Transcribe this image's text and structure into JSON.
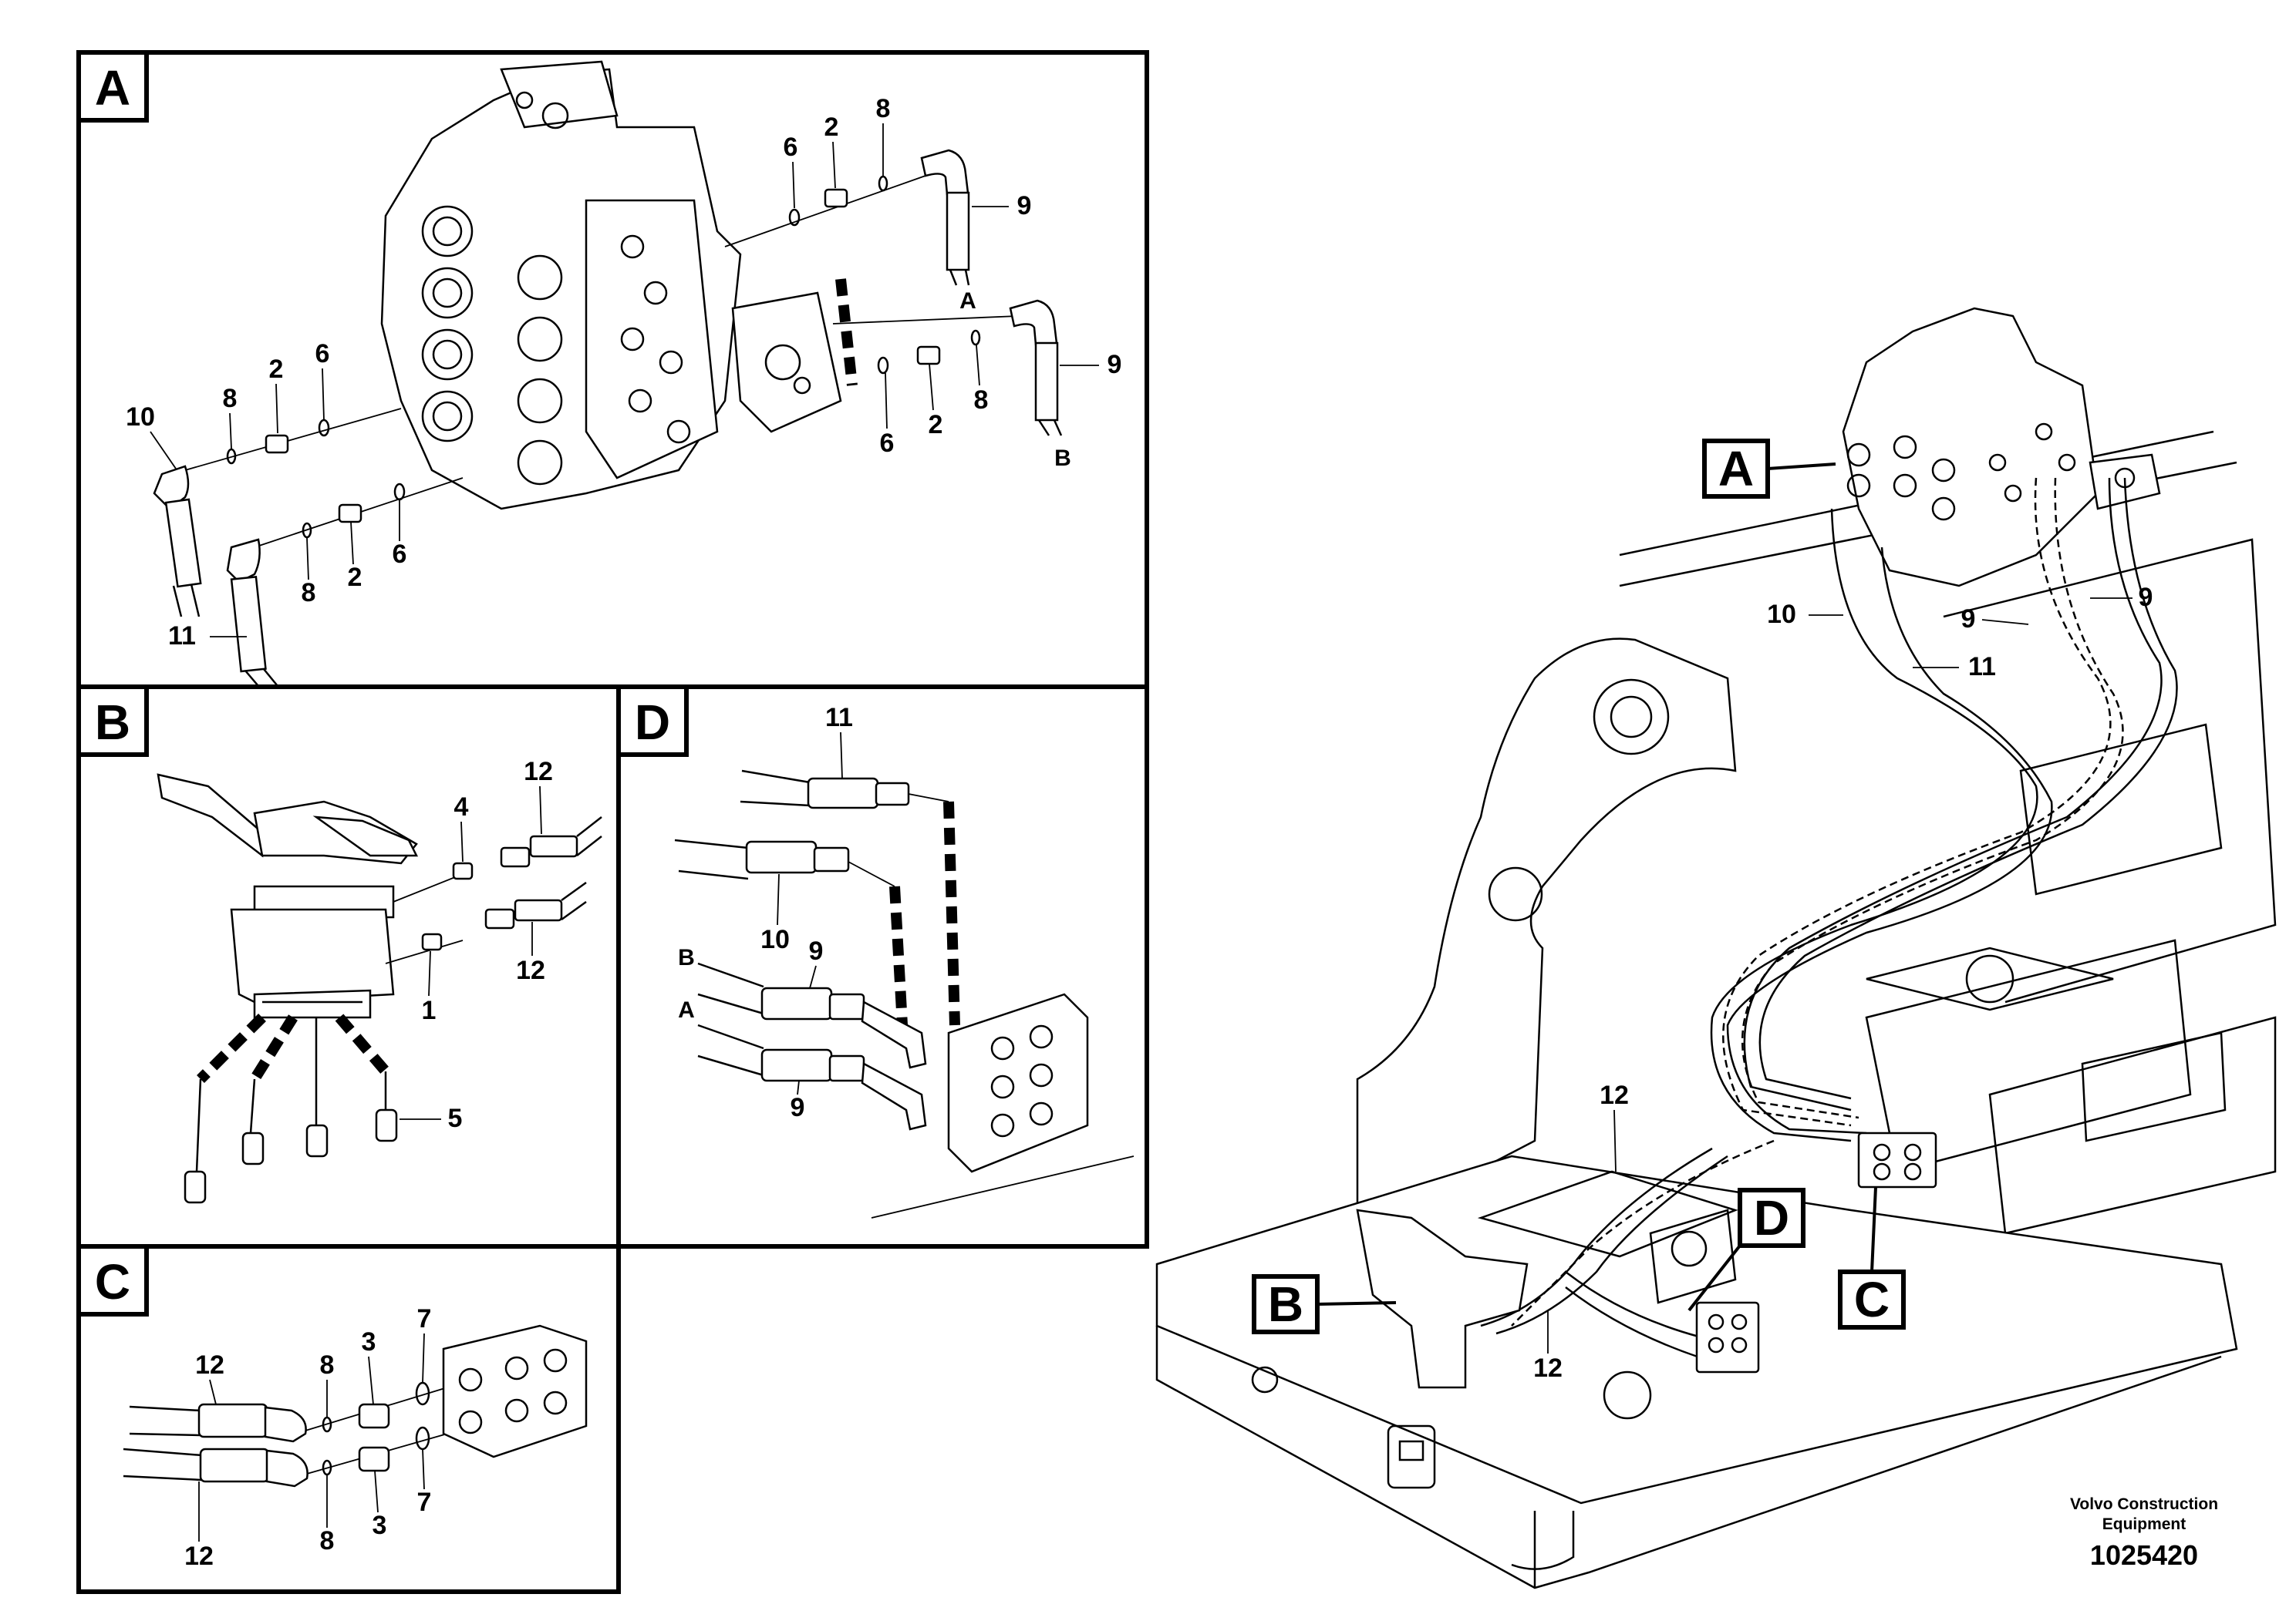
{
  "panels": {
    "A": {
      "label": "A",
      "callouts": [
        "6",
        "2",
        "8",
        "9",
        "A",
        "10",
        "8",
        "2",
        "6",
        "9",
        "6",
        "2",
        "8",
        "B",
        "8",
        "2",
        "6",
        "11"
      ]
    },
    "B": {
      "label": "B",
      "callouts": [
        "4",
        "12",
        "12",
        "1",
        "5"
      ]
    },
    "C": {
      "label": "C",
      "callouts": [
        "12",
        "8",
        "3",
        "7",
        "12",
        "8",
        "3",
        "7"
      ]
    },
    "D": {
      "label": "D",
      "callouts": [
        "11",
        "10",
        "B",
        "9",
        "A",
        "9"
      ]
    }
  },
  "overview": {
    "refs": [
      "A",
      "B",
      "C",
      "D"
    ],
    "callouts": [
      "10",
      "9",
      "9",
      "11",
      "12",
      "12"
    ]
  },
  "footer": {
    "brand_line1": "Volvo Construction",
    "brand_line2": "Equipment",
    "part_number": "1025420"
  }
}
